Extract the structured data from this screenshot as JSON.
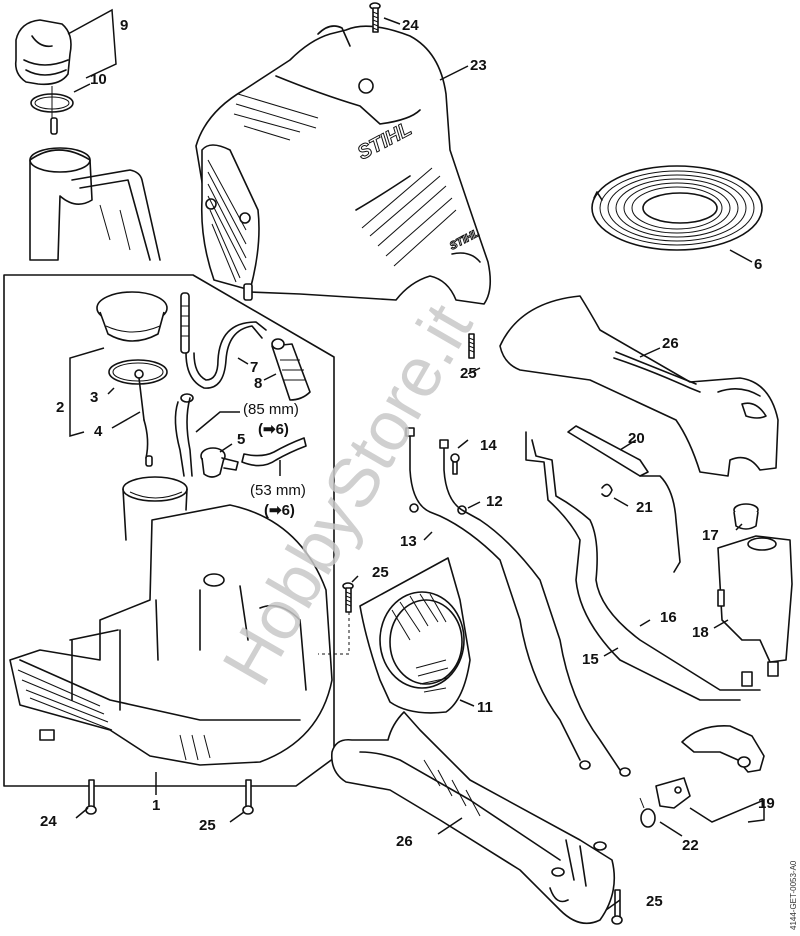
{
  "diagram": {
    "title": "STIHL exploded parts diagram",
    "brand_text": "STIHL",
    "watermark": "HobbyStore.it",
    "document_id": "4144-GET-0053-A0",
    "callouts": [
      {
        "id": "c1",
        "label": "1"
      },
      {
        "id": "c2",
        "label": "2"
      },
      {
        "id": "c3",
        "label": "3"
      },
      {
        "id": "c4",
        "label": "4"
      },
      {
        "id": "c5",
        "label": "5"
      },
      {
        "id": "c6",
        "label": "6"
      },
      {
        "id": "c7",
        "label": "7"
      },
      {
        "id": "c8",
        "label": "8"
      },
      {
        "id": "c9",
        "label": "9"
      },
      {
        "id": "c10",
        "label": "10"
      },
      {
        "id": "c11",
        "label": "11"
      },
      {
        "id": "c12",
        "label": "12"
      },
      {
        "id": "c13",
        "label": "13"
      },
      {
        "id": "c14",
        "label": "14"
      },
      {
        "id": "c15",
        "label": "15"
      },
      {
        "id": "c16",
        "label": "16"
      },
      {
        "id": "c17",
        "label": "17"
      },
      {
        "id": "c18",
        "label": "18"
      },
      {
        "id": "c19",
        "label": "19"
      },
      {
        "id": "c20",
        "label": "20"
      },
      {
        "id": "c21",
        "label": "21"
      },
      {
        "id": "c22",
        "label": "22"
      },
      {
        "id": "c23",
        "label": "23"
      },
      {
        "id": "c24a",
        "label": "24"
      },
      {
        "id": "c24b",
        "label": "24"
      },
      {
        "id": "c25a",
        "label": "25"
      },
      {
        "id": "c25b",
        "label": "25"
      },
      {
        "id": "c25c",
        "label": "25"
      },
      {
        "id": "c25d",
        "label": "25"
      },
      {
        "id": "c26a",
        "label": "26"
      },
      {
        "id": "c26b",
        "label": "26"
      }
    ],
    "notes": {
      "hose_long": "(85 mm)",
      "hose_long_ref": "(➡6)",
      "hose_short": "(53 mm)",
      "hose_short_ref": "(➡6)"
    }
  }
}
